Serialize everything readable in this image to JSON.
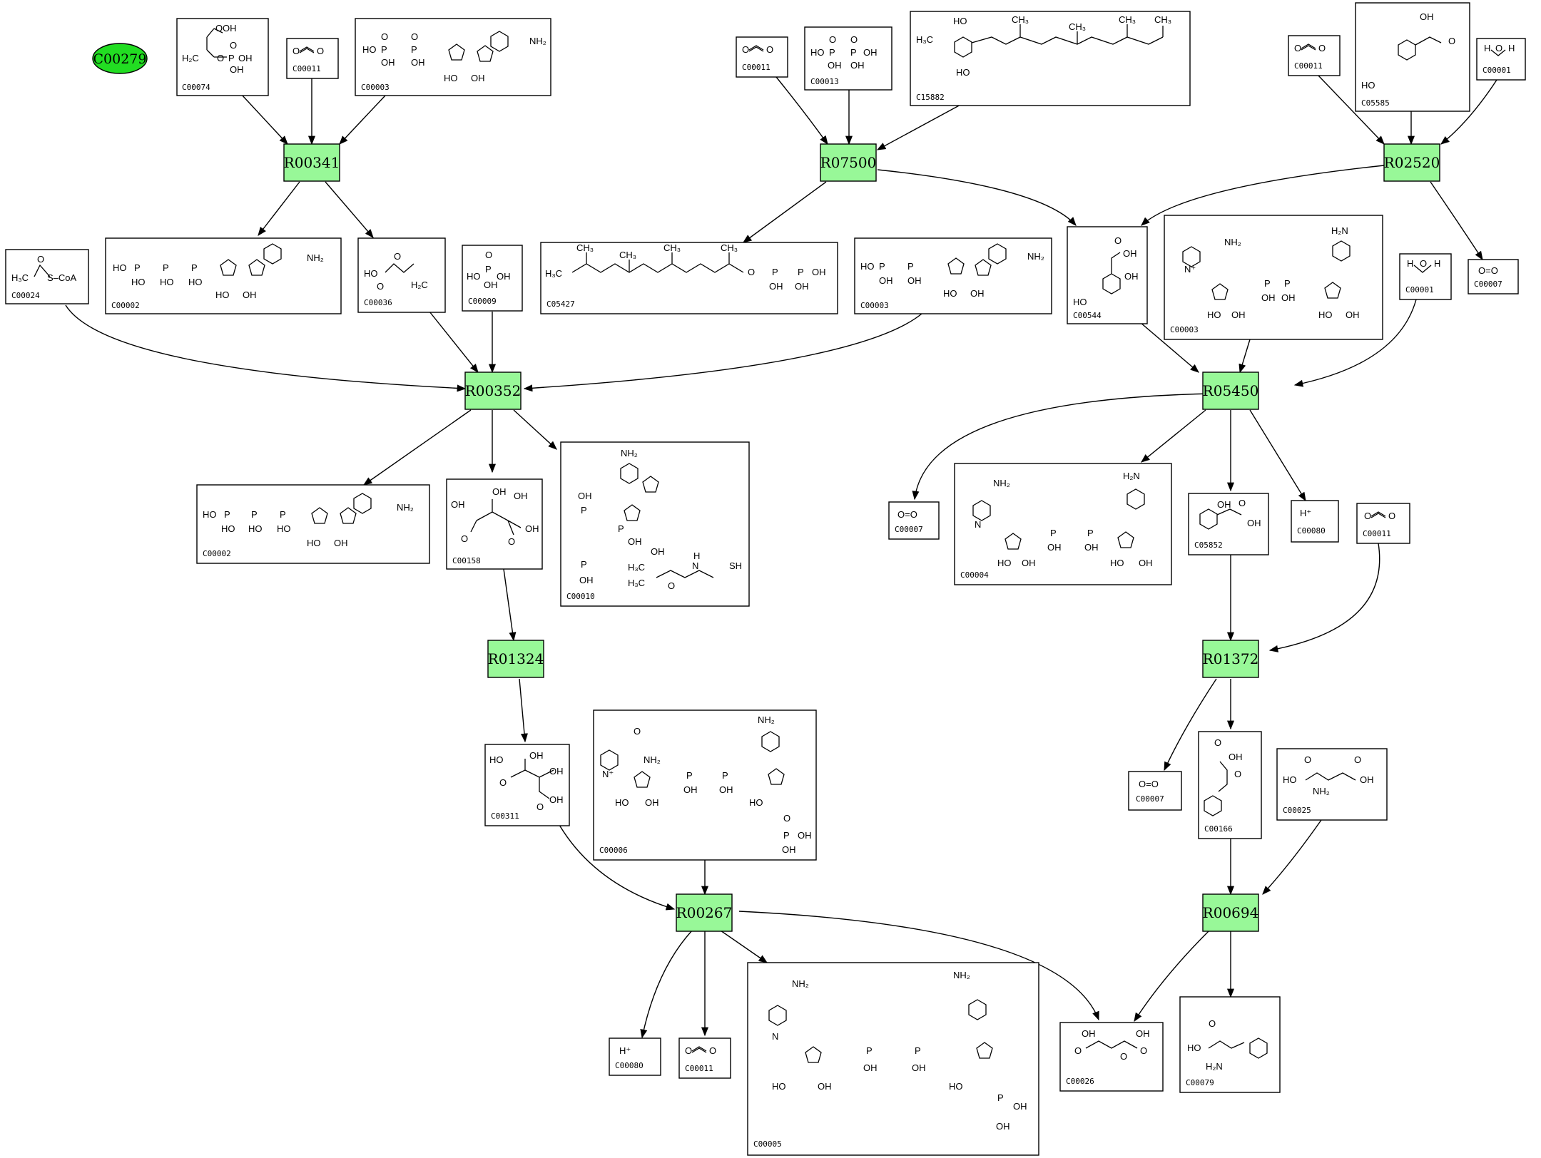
{
  "start_compound": {
    "label": "C00279",
    "color": "#22dd22"
  },
  "reactions": [
    {
      "id": "R00341"
    },
    {
      "id": "R07500"
    },
    {
      "id": "R02520"
    },
    {
      "id": "R00352"
    },
    {
      "id": "R05450"
    },
    {
      "id": "R01324"
    },
    {
      "id": "R01372"
    },
    {
      "id": "R00267"
    },
    {
      "id": "R00694"
    }
  ],
  "compounds": [
    {
      "id": "C00074"
    },
    {
      "id": "C00011"
    },
    {
      "id": "C00003"
    },
    {
      "id": "C00011"
    },
    {
      "id": "C00013"
    },
    {
      "id": "C15882"
    },
    {
      "id": "C00011"
    },
    {
      "id": "C05585"
    },
    {
      "id": "C00001"
    },
    {
      "id": "C00024"
    },
    {
      "id": "C00002"
    },
    {
      "id": "C00036"
    },
    {
      "id": "C00009"
    },
    {
      "id": "C05427"
    },
    {
      "id": "C00003"
    },
    {
      "id": "C00544"
    },
    {
      "id": "C00003"
    },
    {
      "id": "C00001"
    },
    {
      "id": "C00007"
    },
    {
      "id": "C00002"
    },
    {
      "id": "C00158"
    },
    {
      "id": "C00010"
    },
    {
      "id": "C00007"
    },
    {
      "id": "C00004"
    },
    {
      "id": "C05852"
    },
    {
      "id": "C00080"
    },
    {
      "id": "C00011"
    },
    {
      "id": "C00311"
    },
    {
      "id": "C00006"
    },
    {
      "id": "C00007"
    },
    {
      "id": "C00166"
    },
    {
      "id": "C00025"
    },
    {
      "id": "C00080"
    },
    {
      "id": "C00011"
    },
    {
      "id": "C00005"
    },
    {
      "id": "C00026"
    },
    {
      "id": "C00079"
    }
  ],
  "atoms": {
    "OH": "OH",
    "HO": "HO",
    "O": "O",
    "P": "P",
    "N": "N",
    "NH2": "NH₂",
    "H2N": "H₂N",
    "H2C": "H₂C",
    "H3C": "H₃C",
    "CH3": "CH₃",
    "SCoA": "S–CoA",
    "SH": "SH",
    "H": "H",
    "Hplus": "H⁺",
    "OeqO": "O=O",
    "OcO": "O═C═O",
    "N_plus": "N⁺"
  }
}
